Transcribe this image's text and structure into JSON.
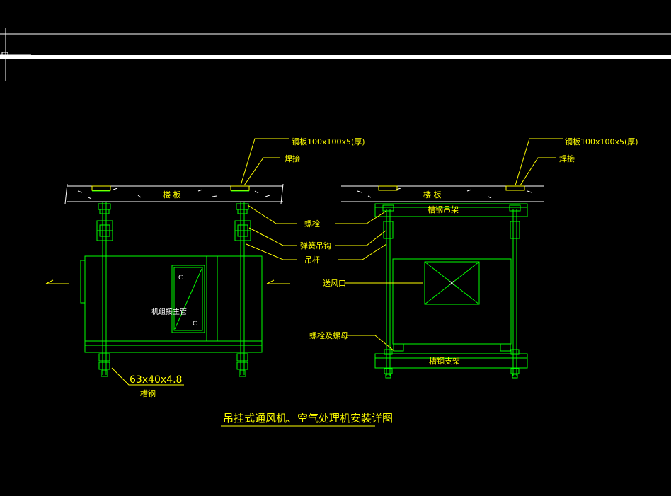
{
  "labels": {
    "steel_plate_left": "钢板100x100x5(厚)",
    "weld_left": "焊接",
    "slab_left": "楼  板",
    "bolt": "螺栓",
    "spring_hanger": "弹簧吊钩",
    "rod": "吊杆",
    "channel_size": "63x40x4.8",
    "channel": "槽钢",
    "unit_text": "机组接主管",
    "steel_plate_right": "钢板100x100x5(厚)",
    "weld_right": "焊接",
    "slab_right": "楼  板",
    "channel_hanger": "槽钢吊架",
    "supply_outlet": "送风口",
    "bolt_nut": "螺栓及螺母",
    "channel_support": "槽钢支架",
    "title": "吊挂式通风机、空气处理机安装详图"
  },
  "colors": {
    "background": "#000000",
    "linework": "#00ff00",
    "leaders": "#ffff00",
    "text": "#ffff00",
    "border": "#ffffff"
  }
}
